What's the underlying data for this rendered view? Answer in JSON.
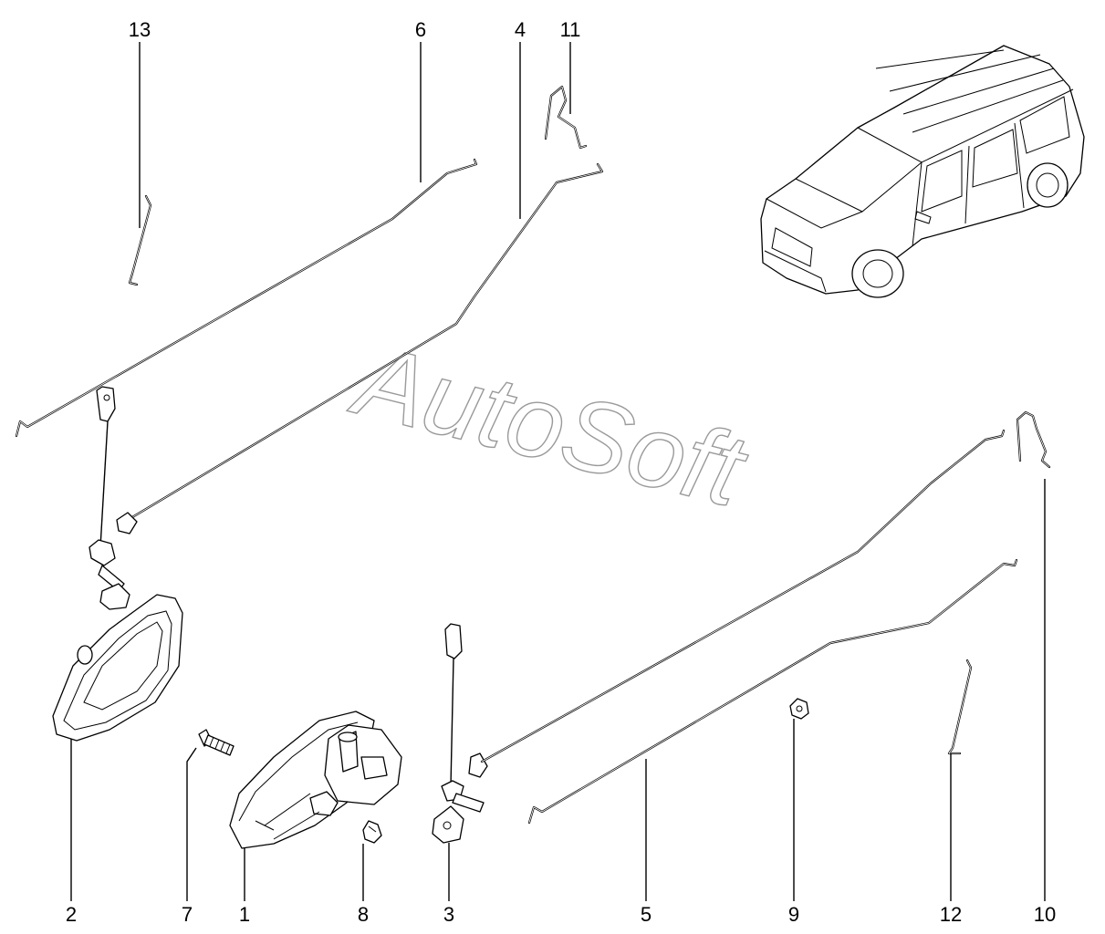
{
  "watermark": "AutoSoft",
  "callouts": [
    {
      "id": "c13",
      "label": "13"
    },
    {
      "id": "c6",
      "label": "6"
    },
    {
      "id": "c4",
      "label": "4"
    },
    {
      "id": "c11",
      "label": "11"
    },
    {
      "id": "c2",
      "label": "2"
    },
    {
      "id": "c7",
      "label": "7"
    },
    {
      "id": "c1",
      "label": "1"
    },
    {
      "id": "c8",
      "label": "8"
    },
    {
      "id": "c3",
      "label": "3"
    },
    {
      "id": "c5",
      "label": "5"
    },
    {
      "id": "c9",
      "label": "9"
    },
    {
      "id": "c12",
      "label": "12"
    },
    {
      "id": "c10",
      "label": "10"
    }
  ],
  "parts": [
    {
      "ref": "1",
      "name": "inner-door-handle-housing"
    },
    {
      "ref": "2",
      "name": "inner-door-handle-bezel"
    },
    {
      "ref": "3",
      "name": "rear-lock-lever-assembly"
    },
    {
      "ref": "4",
      "name": "front-lock-rod"
    },
    {
      "ref": "5",
      "name": "rear-lock-rod"
    },
    {
      "ref": "6",
      "name": "front-handle-rod"
    },
    {
      "ref": "7",
      "name": "screw"
    },
    {
      "ref": "8",
      "name": "clip"
    },
    {
      "ref": "9",
      "name": "rod-clip"
    },
    {
      "ref": "10",
      "name": "rear-small-rod"
    },
    {
      "ref": "11",
      "name": "front-small-rod"
    },
    {
      "ref": "12",
      "name": "rear-short-rod"
    },
    {
      "ref": "13",
      "name": "front-short-rod"
    }
  ]
}
